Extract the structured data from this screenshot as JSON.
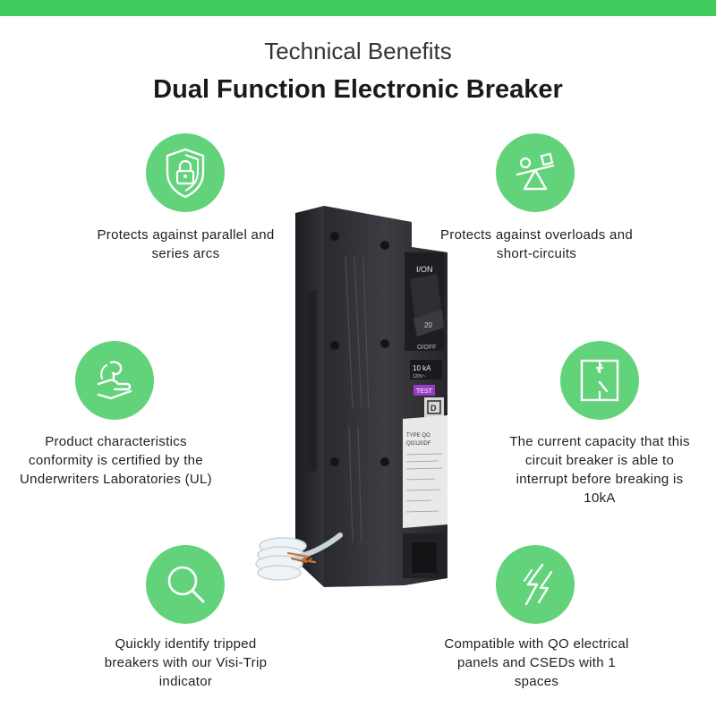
{
  "header": {
    "subtitle": "Technical Benefits",
    "title": "Dual Function Electronic Breaker"
  },
  "colors": {
    "accent": "#3fcc5c",
    "badge": "#62d37b",
    "text": "#1f1f1f"
  },
  "benefits": [
    {
      "icon": "shield-lock-icon",
      "text": "Protects against parallel and series arcs"
    },
    {
      "icon": "overload-scale-icon",
      "text": "Protects against overloads and short-circuits"
    },
    {
      "icon": "certified-hand-icon",
      "text": "Product characteristics conformity is certified by the Underwriters Laboratories (UL)"
    },
    {
      "icon": "circuit-switch-icon",
      "text": "The current capacity that this circuit breaker is able to interrupt before breaking is 10kA"
    },
    {
      "icon": "magnifier-icon",
      "text": "Quickly identify tripped breakers with our Visi-Trip indicator"
    },
    {
      "icon": "lightning-panel-icon",
      "text": "Compatible with QO electrical panels and CSEDs with 1 spaces"
    }
  ],
  "product": {
    "handle_on": "I/ON",
    "handle_rating": "20",
    "handle_off": "O/OFF",
    "rating": "10 kA",
    "voltage": "120V~",
    "test_label": "TEST",
    "type": "TYPE QO",
    "model": "QO120DF"
  }
}
